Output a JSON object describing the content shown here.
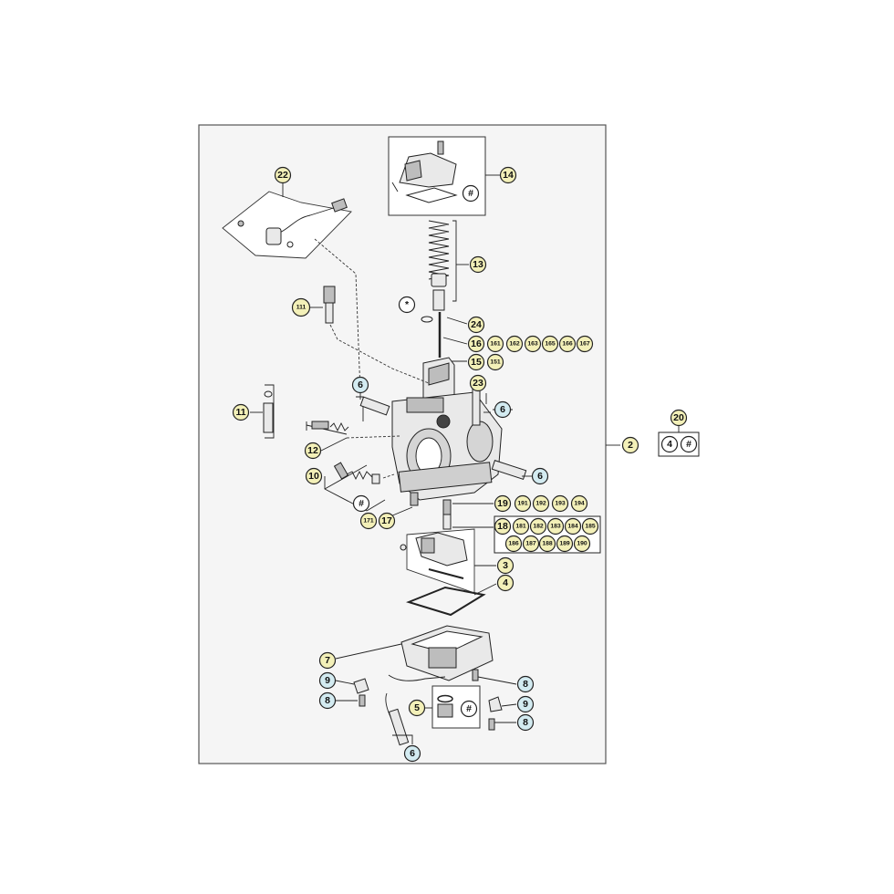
{
  "callouts": {
    "c22": "22",
    "c14": "14",
    "c14_hash": "#",
    "c13": "13",
    "c_star": "*",
    "c24": "24",
    "c16": "16",
    "c161": "161",
    "c162": "162",
    "c163": "163",
    "c165": "165",
    "c166": "166",
    "c167": "167",
    "c15": "15",
    "c151": "151",
    "c111": "111",
    "c23": "23",
    "c6_top": "6",
    "c6_right": "6",
    "c11": "11",
    "c12": "12",
    "c2": "2",
    "c20": "20",
    "c20_4": "4",
    "c20_hash": "#",
    "c6_mid": "6",
    "c10": "10",
    "c10_hash": "#",
    "c171": "171",
    "c17": "17",
    "c19": "19",
    "c191": "191",
    "c192": "192",
    "c193": "193",
    "c194": "194",
    "c18": "18",
    "c181": "181",
    "c182": "182",
    "c183": "183",
    "c184": "184",
    "c185": "185",
    "c186": "186",
    "c187": "187",
    "c188": "188",
    "c189": "189",
    "c190": "190",
    "c3": "3",
    "c4": "4",
    "c7": "7",
    "c8_a": "8",
    "c9_a": "9",
    "c8_b": "8",
    "c5": "5",
    "c5_hash": "#",
    "c9_b": "9",
    "c8_c": "8",
    "c6_bottom": "6"
  },
  "colors": {
    "yellow_callout": "#f3f0b8",
    "blue_callout": "#d3ebf1",
    "frame": "#555555"
  }
}
